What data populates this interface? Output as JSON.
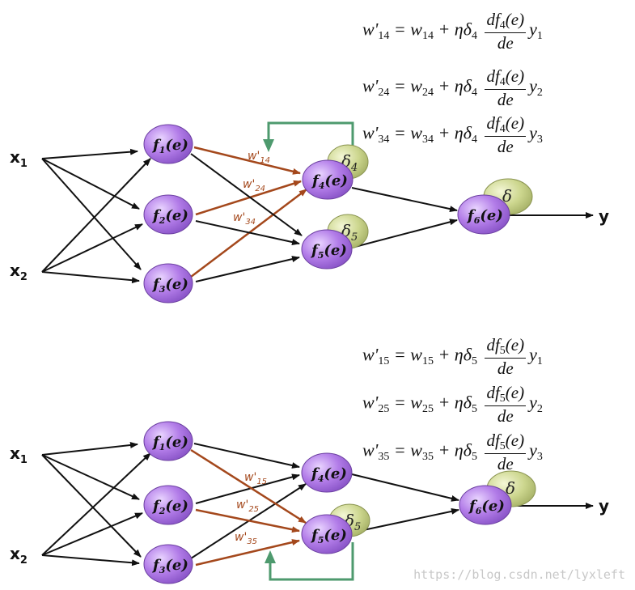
{
  "inputs": {
    "x1": "x",
    "x1_sub": "1",
    "x2": "x",
    "x2_sub": "2"
  },
  "output": "y",
  "nodes": {
    "f1": "f",
    "f1_sub": "1",
    "f2": "f",
    "f2_sub": "2",
    "f3": "f",
    "f3_sub": "3",
    "f4": "f",
    "f4_sub": "4",
    "f5": "f",
    "f5_sub": "5",
    "f6": "f",
    "f6_sub": "6",
    "arg": "(e)"
  },
  "deltas": {
    "d4": "δ",
    "d4_sub": "4",
    "d5": "δ",
    "d5_sub": "5",
    "d": "δ"
  },
  "top_weights": {
    "w": "w'",
    "w14_sub": "14",
    "w24_sub": "24",
    "w34_sub": "34"
  },
  "bottom_weights": {
    "w": "w'",
    "w15_sub": "15",
    "w25_sub": "25",
    "w35_sub": "35"
  },
  "equations_top": [
    {
      "lhs": "w'",
      "lhs_sub": "14",
      "rhs_w": "w",
      "rhs_sub": "14",
      "mid": "+ ηδ",
      "mid_sub": "4",
      "num": "df",
      "num_sub": "4",
      "num_tail": "(e)",
      "den": "de",
      "y": "y",
      "y_sub": "1",
      "eq": "="
    },
    {
      "lhs": "w'",
      "lhs_sub": "24",
      "rhs_w": "w",
      "rhs_sub": "24",
      "mid": "+ ηδ",
      "mid_sub": "4",
      "num": "df",
      "num_sub": "4",
      "num_tail": "(e)",
      "den": "de",
      "y": "y",
      "y_sub": "2",
      "eq": "="
    },
    {
      "lhs": "w'",
      "lhs_sub": "34",
      "rhs_w": "w",
      "rhs_sub": "34",
      "mid": "+ ηδ",
      "mid_sub": "4",
      "num": "df",
      "num_sub": "4",
      "num_tail": "(e)",
      "den": "de",
      "y": "y",
      "y_sub": "3",
      "eq": "="
    }
  ],
  "equations_bottom": [
    {
      "lhs": "w'",
      "lhs_sub": "15",
      "rhs_w": "w",
      "rhs_sub": "15",
      "mid": "+ ηδ",
      "mid_sub": "5",
      "num": "df",
      "num_sub": "5",
      "num_tail": "(e)",
      "den": "de",
      "y": "y",
      "y_sub": "1",
      "eq": "="
    },
    {
      "lhs": "w'",
      "lhs_sub": "25",
      "rhs_w": "w",
      "rhs_sub": "25",
      "mid": "+ ηδ",
      "mid_sub": "5",
      "num": "df",
      "num_sub": "5",
      "num_tail": "(e)",
      "den": "de",
      "y": "y",
      "y_sub": "2",
      "eq": "="
    },
    {
      "lhs": "w'",
      "lhs_sub": "35",
      "rhs_w": "w",
      "rhs_sub": "35",
      "mid": "+ ηδ",
      "mid_sub": "5",
      "num": "df",
      "num_sub": "5",
      "num_tail": "(e)",
      "den": "de",
      "y": "y",
      "y_sub": "3",
      "eq": "="
    }
  ],
  "watermark": "https://blog.csdn.net/lyxleft",
  "colors": {
    "neuron": "#b07ae6",
    "delta": "#c9d48c",
    "weight_arrow": "#a4481c",
    "feedback": "#4e9a6e",
    "edge": "#111111"
  }
}
